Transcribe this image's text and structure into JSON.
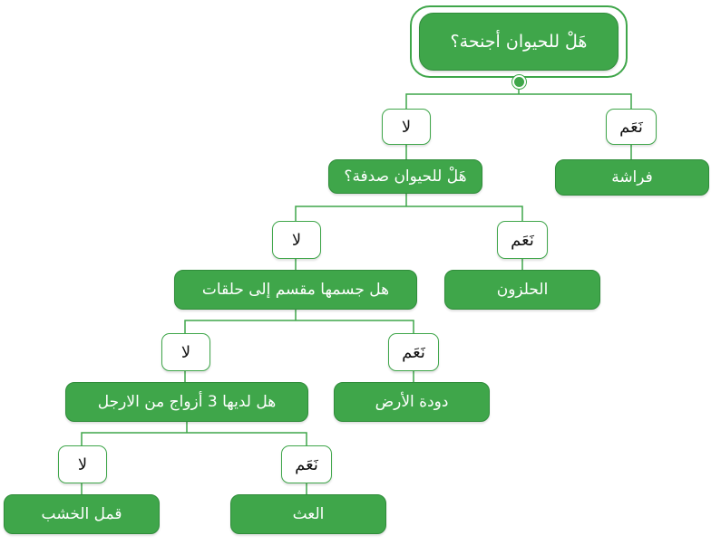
{
  "colors": {
    "node_fill": "#3fa64a",
    "node_text": "#ffffff",
    "tag_border": "#3fa64a",
    "connector": "#3fa64a"
  },
  "tree": {
    "root": "هَلْ للحيوان أجنحة؟",
    "yes_label": "نَعَم",
    "no_label": "لا",
    "level1": {
      "yes_result": "فراشة",
      "no_question": "هَلْ للحيوان صدفة؟"
    },
    "level2": {
      "yes_result": "الحلزون",
      "no_question": "هل جسمها مقسم إلى حلقات"
    },
    "level3": {
      "yes_result": "دودة الأرض",
      "no_question": "هل لديها 3 أزواج من الارجل"
    },
    "level4": {
      "yes_result": "العث",
      "no_result": "قمل الخشب"
    }
  }
}
